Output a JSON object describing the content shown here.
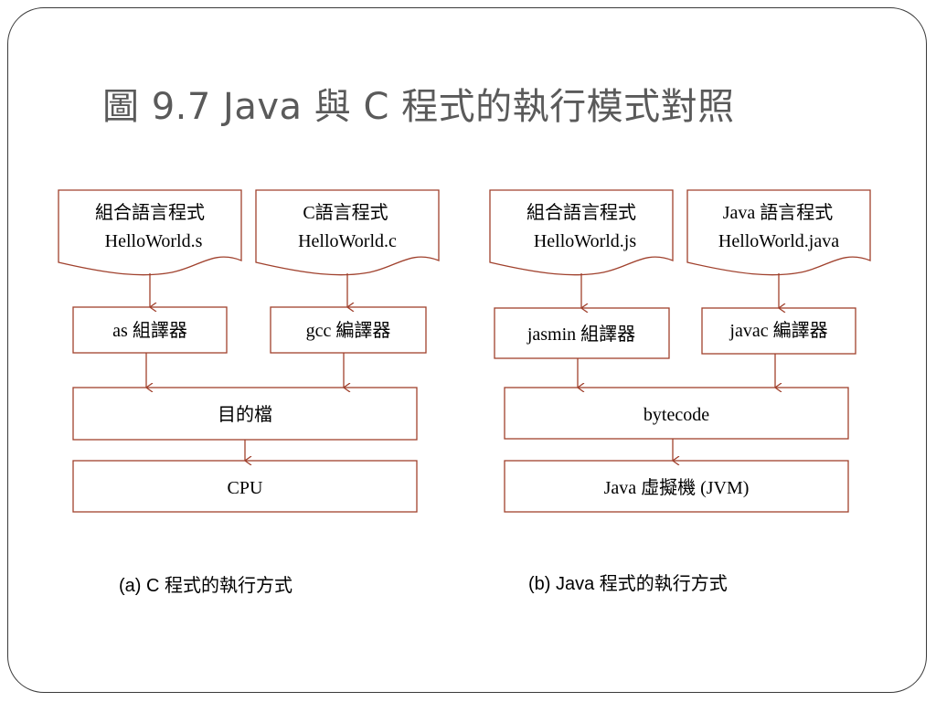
{
  "title": "圖 9.7  Java 與 C 程式的執行模式對照",
  "colors": {
    "stroke": "#a0412d",
    "title": "#5a5a5a",
    "border": "#3a3a3a"
  },
  "left": {
    "doc_asm": {
      "line1": "組合語言程式",
      "line2": "HelloWorld.s"
    },
    "doc_c": {
      "line1": "C語言程式",
      "line2": "HelloWorld.c"
    },
    "as_compiler": "as 組譯器",
    "gcc_compiler": "gcc 編譯器",
    "object_file": "目的檔",
    "cpu": "CPU",
    "caption": "(a) C 程式的執行方式"
  },
  "right": {
    "doc_asm": {
      "line1": "組合語言程式",
      "line2": "HelloWorld.js"
    },
    "doc_java": {
      "line1": "Java 語言程式",
      "line2": "HelloWorld.java"
    },
    "jasmin_compiler": "jasmin 組譯器",
    "javac_compiler": "javac 編譯器",
    "bytecode": "bytecode",
    "jvm": "Java 虛擬機 (JVM)",
    "caption": "(b) Java 程式的執行方式"
  }
}
